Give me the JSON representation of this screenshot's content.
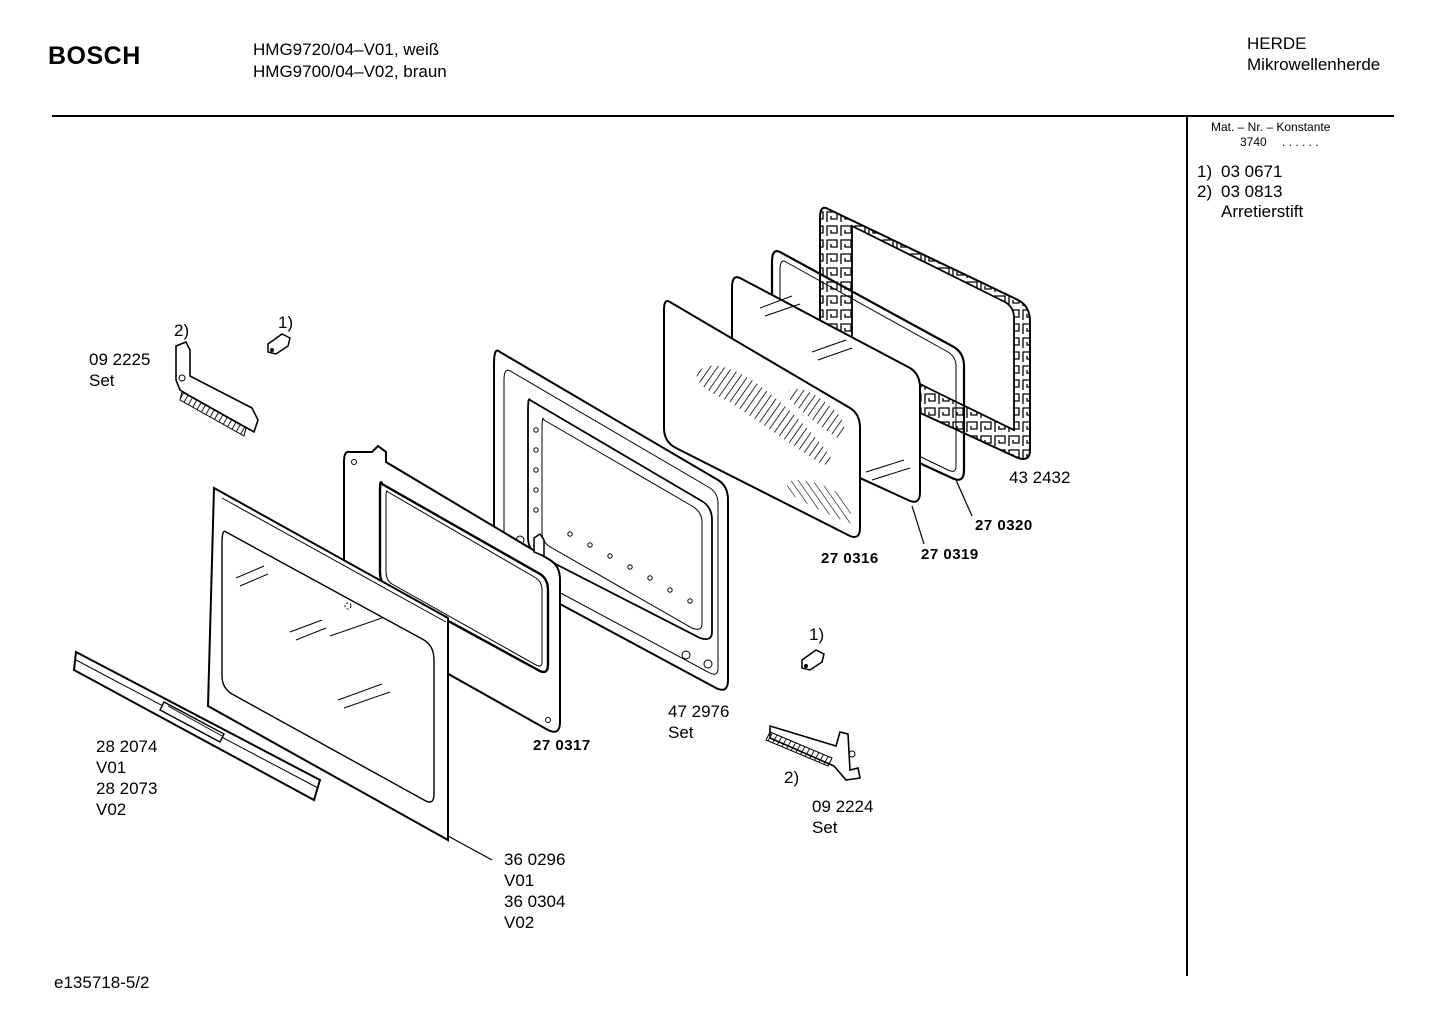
{
  "header": {
    "brand": "BOSCH",
    "model_line1": "HMG9720/04–V01, weiß",
    "model_line2": "HMG9700/04–V02, braun",
    "category_line1": "HERDE",
    "category_line2": "Mikrowellenherde"
  },
  "sidebar": {
    "material_header": "Mat. – Nr. – Konstante",
    "material_value": "3740",
    "material_dots": ". . . . . .",
    "notes": [
      {
        "marker": "1)",
        "value": "03 0671"
      },
      {
        "marker": "2)",
        "value": "03 0813"
      }
    ],
    "note_extra": "Arretierstift"
  },
  "labels": {
    "hinge_left_marker": "2)",
    "pin_left_marker": "1)",
    "hinge_left_part": "09 2225",
    "hinge_left_set": "Set",
    "outer_seal": "43 2432",
    "frame_seal": "27 0320",
    "inner_glass": "27 0316",
    "glass_seal": "27 0319",
    "pin_right_marker": "1)",
    "inner_door": "47 2976",
    "inner_door_set": "Set",
    "middle_frame": "27 0317",
    "hinge_right_marker": "2)",
    "hinge_right_part": "09 2224",
    "hinge_right_set": "Set",
    "handle_v01_part": "28 2074",
    "handle_v01": "V01",
    "handle_v02_part": "28 2073",
    "handle_v02": "V02",
    "front_v01_part": "36 0296",
    "front_v01": "V01",
    "front_v02_part": "36 0304",
    "front_v02": "V02"
  },
  "footer": {
    "doc_id": "e135718-5/2"
  }
}
